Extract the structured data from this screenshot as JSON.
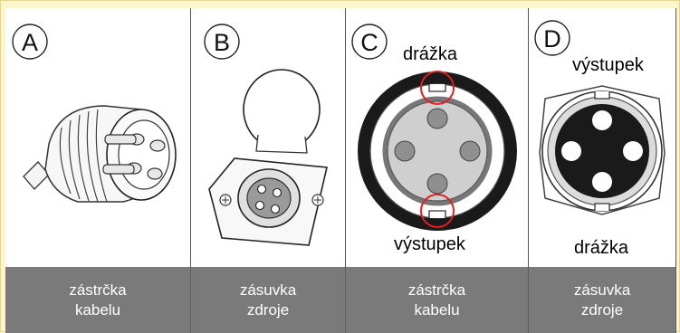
{
  "panels": [
    {
      "letter": "A",
      "caption": [
        "zástrčka",
        "kabelu"
      ]
    },
    {
      "letter": "B",
      "caption": [
        "zásuvka",
        "zdroje"
      ]
    },
    {
      "letter": "C",
      "caption": [
        "zástrčka",
        "kabelu"
      ],
      "label_top": "drážka",
      "label_bottom": "výstupek"
    },
    {
      "letter": "D",
      "caption": [
        "zásuvka",
        "zdroje"
      ],
      "label_top": "výstupek",
      "label_bottom": "drážka"
    }
  ],
  "colors": {
    "background": "#fdf6cc",
    "caption_bar": "#7a7a7a",
    "highlight": "#e02020"
  }
}
